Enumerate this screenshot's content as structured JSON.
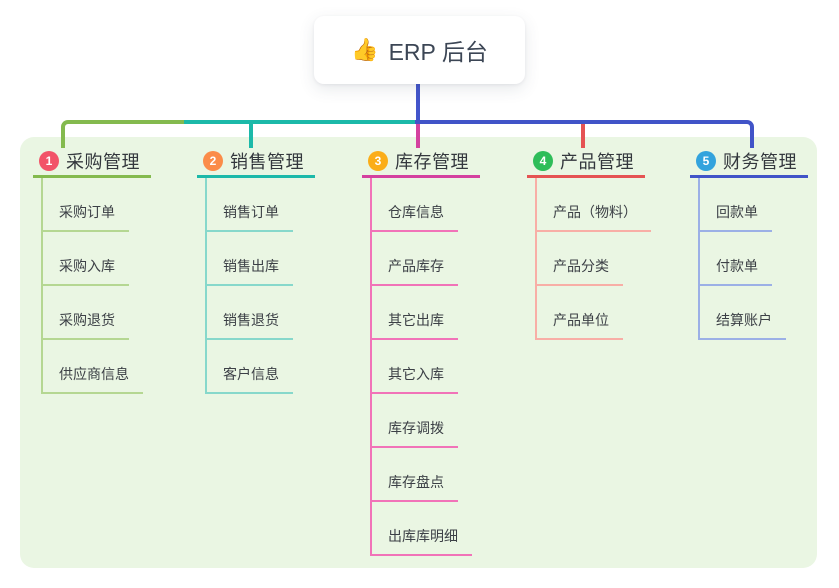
{
  "root": {
    "icon": "👍",
    "label": "ERP 后台",
    "connector_color": "#4355cb"
  },
  "canvas": {
    "background": "#ffffff",
    "panel_background": "#eaf6e3"
  },
  "branches": [
    {
      "number": "1",
      "label": "采购管理",
      "badge_color": "#f25368",
      "line_color": "#84ba4e",
      "item_line_color": "#b5d792",
      "items": [
        "采购订单",
        "采购入库",
        "采购退货",
        "供应商信息"
      ]
    },
    {
      "number": "2",
      "label": "销售管理",
      "badge_color": "#fb8c49",
      "line_color": "#1cb9a9",
      "item_line_color": "#87d8cb",
      "items": [
        "销售订单",
        "销售出库",
        "销售退货",
        "客户信息"
      ]
    },
    {
      "number": "3",
      "label": "库存管理",
      "badge_color": "#fbad18",
      "line_color": "#d4419f",
      "item_line_color": "#f173b8",
      "items": [
        "仓库信息",
        "产品库存",
        "其它出库",
        "其它入库",
        "库存调拨",
        "库存盘点",
        "出库库明细"
      ]
    },
    {
      "number": "4",
      "label": "产品管理",
      "badge_color": "#2ebd59",
      "line_color": "#e55353",
      "item_line_color": "#f8aea6",
      "items": [
        "产品（物料）",
        "产品分类",
        "产品单位"
      ]
    },
    {
      "number": "5",
      "label": "财务管理",
      "badge_color": "#33a3dd",
      "line_color": "#4154c8",
      "item_line_color": "#9cb0e6",
      "items": [
        "回款单",
        "付款单",
        "结算账户"
      ]
    }
  ]
}
